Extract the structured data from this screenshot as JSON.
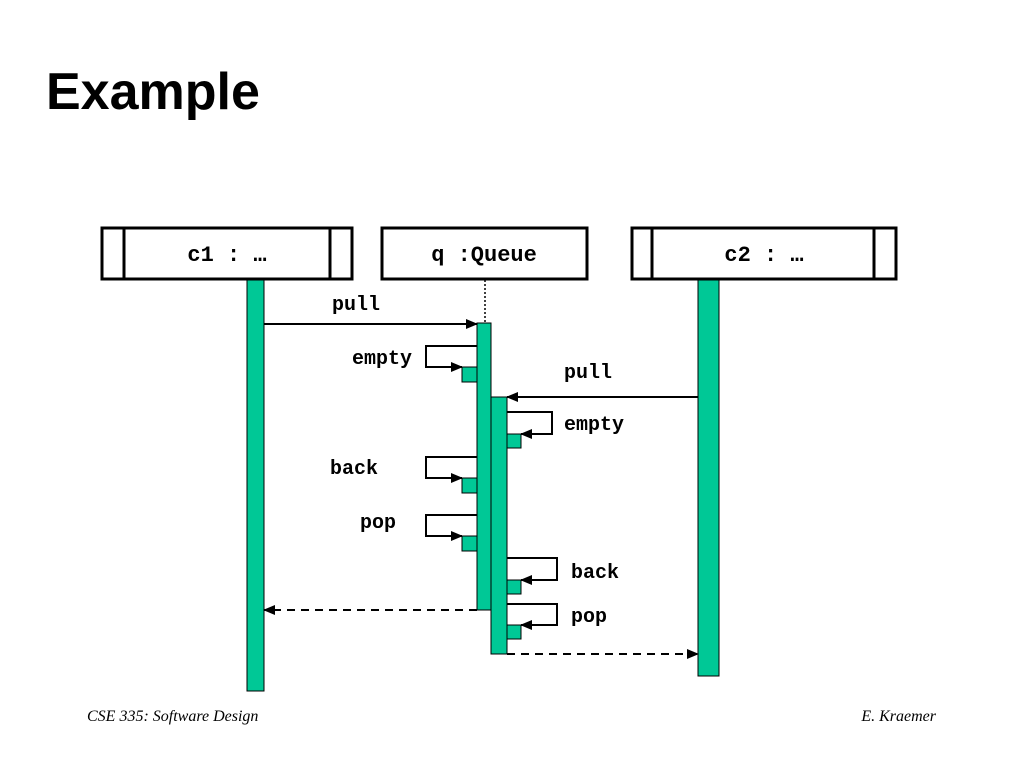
{
  "slide": {
    "title": "Example",
    "footer_left": "CSE 335: Software Design",
    "footer_right": "E. Kraemer"
  },
  "colors": {
    "activation": "#00C896",
    "line": "#000000",
    "background": "#FFFFFF"
  },
  "diagram": {
    "type": "sequence",
    "objects": [
      {
        "id": "c1",
        "label": "c1 : …",
        "style": "active-object"
      },
      {
        "id": "q",
        "label": "q :Queue",
        "style": "passive-object"
      },
      {
        "id": "c2",
        "label": "c2 : …",
        "style": "active-object"
      }
    ],
    "messages": [
      {
        "id": "m1",
        "label": "pull",
        "from": "c1",
        "to": "q",
        "kind": "call"
      },
      {
        "id": "m2",
        "label": "empty",
        "from": "q",
        "to": "q",
        "kind": "self-call"
      },
      {
        "id": "m3",
        "label": "pull",
        "from": "c2",
        "to": "q",
        "kind": "call"
      },
      {
        "id": "m4",
        "label": "empty",
        "from": "q",
        "to": "q",
        "kind": "self-call"
      },
      {
        "id": "m5",
        "label": "back",
        "from": "q",
        "to": "q",
        "kind": "self-call"
      },
      {
        "id": "m6",
        "label": "pop",
        "from": "q",
        "to": "q",
        "kind": "self-call"
      },
      {
        "id": "m7",
        "label": "back",
        "from": "q",
        "to": "q",
        "kind": "self-call"
      },
      {
        "id": "m8",
        "label": "pop",
        "from": "q",
        "to": "q",
        "kind": "self-call"
      },
      {
        "id": "m9",
        "label": "",
        "from": "q",
        "to": "c1",
        "kind": "return"
      },
      {
        "id": "m10",
        "label": "",
        "from": "q",
        "to": "c2",
        "kind": "return"
      }
    ]
  }
}
